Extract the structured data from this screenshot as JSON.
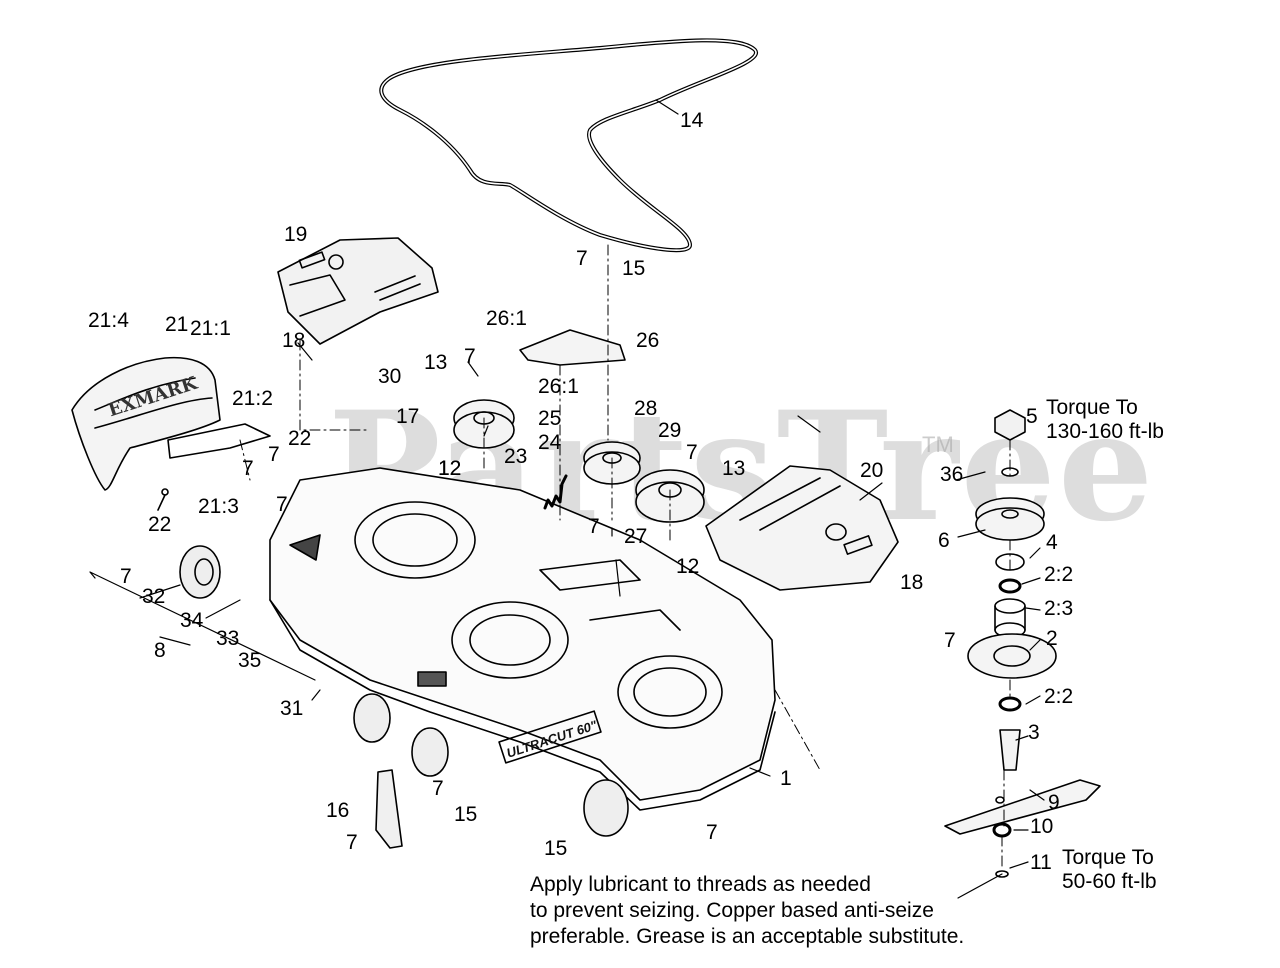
{
  "watermark": {
    "text": "PartsTree",
    "tm": "TM"
  },
  "callouts": [
    "14",
    "19",
    "21:4",
    "21",
    "21:1",
    "18",
    "30",
    "21:2",
    "17",
    "22",
    "7",
    "7",
    "22",
    "21:3",
    "7",
    "13",
    "7",
    "26:1",
    "26",
    "15",
    "7",
    "25",
    "28",
    "24",
    "26:1",
    "29",
    "7",
    "12",
    "23",
    "13",
    "20",
    "12",
    "7",
    "27",
    "12",
    "18",
    "7",
    "32",
    "34",
    "33",
    "35",
    "8",
    "31",
    "16",
    "7",
    "15",
    "15",
    "7",
    "1",
    "7",
    "5",
    "36",
    "6",
    "4",
    "2:2",
    "2:3",
    "7",
    "2",
    "2:2",
    "3",
    "9",
    "10",
    "11"
  ],
  "torque_notes": [
    {
      "line1": "Torque To",
      "line2": "130-160 ft-lb"
    },
    {
      "line1": "Torque To",
      "line2": "50-60 ft-lb"
    }
  ],
  "lubricant_note": [
    "Apply lubricant to threads as needed",
    "to prevent seizing. Copper based anti-seize",
    "preferable. Grease is an acceptable substitute."
  ]
}
